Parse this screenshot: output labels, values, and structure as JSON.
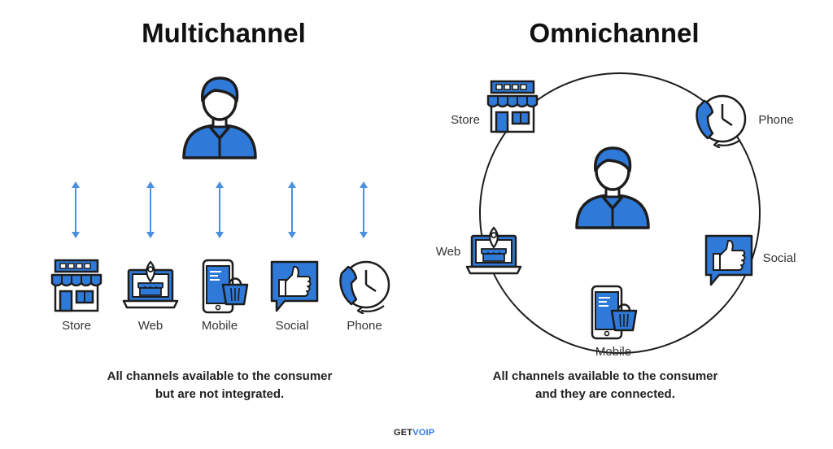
{
  "titles": {
    "left": "Multichannel",
    "right": "Omnichannel"
  },
  "left": {
    "channels": [
      {
        "label": "Store",
        "icon": "store-icon"
      },
      {
        "label": "Web",
        "icon": "laptop-shop-icon"
      },
      {
        "label": "Mobile",
        "icon": "mobile-shop-icon"
      },
      {
        "label": "Social",
        "icon": "thumbs-up-icon"
      },
      {
        "label": "Phone",
        "icon": "phone-clock-icon"
      }
    ],
    "caption_line1": "All channels available to the consumer",
    "caption_line2": "but are not integrated."
  },
  "right": {
    "channels": [
      {
        "label": "Store",
        "icon": "store-icon"
      },
      {
        "label": "Phone",
        "icon": "phone-clock-icon"
      },
      {
        "label": "Web",
        "icon": "laptop-shop-icon"
      },
      {
        "label": "Social",
        "icon": "thumbs-up-icon"
      },
      {
        "label": "Mobile",
        "icon": "mobile-shop-icon"
      }
    ],
    "caption_line1": "All channels available to the consumer",
    "caption_line2": "and they are connected."
  },
  "logo": {
    "prefix": "GET",
    "accent": "VOIP"
  },
  "colors": {
    "blue": "#2f79d8",
    "dark": "#1d1d1d",
    "arrow": "#4a8fe0"
  }
}
